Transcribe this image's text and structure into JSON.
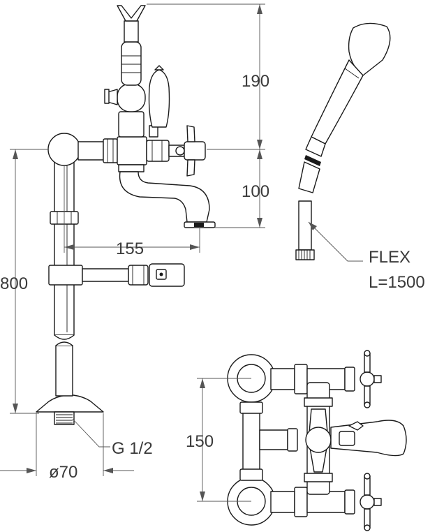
{
  "drawing": {
    "dimensions": {
      "d190": "190",
      "d100": "100",
      "d155": "155",
      "d800": "800",
      "d150": "150",
      "dia70": "ø70"
    },
    "labels": {
      "flex": "FLEX",
      "flex_length": "L=1500",
      "thread": "G 1/2"
    }
  },
  "colors": {
    "line": "#1a1a1a",
    "dimension": "#555555",
    "shading": "#d8d8d8"
  }
}
